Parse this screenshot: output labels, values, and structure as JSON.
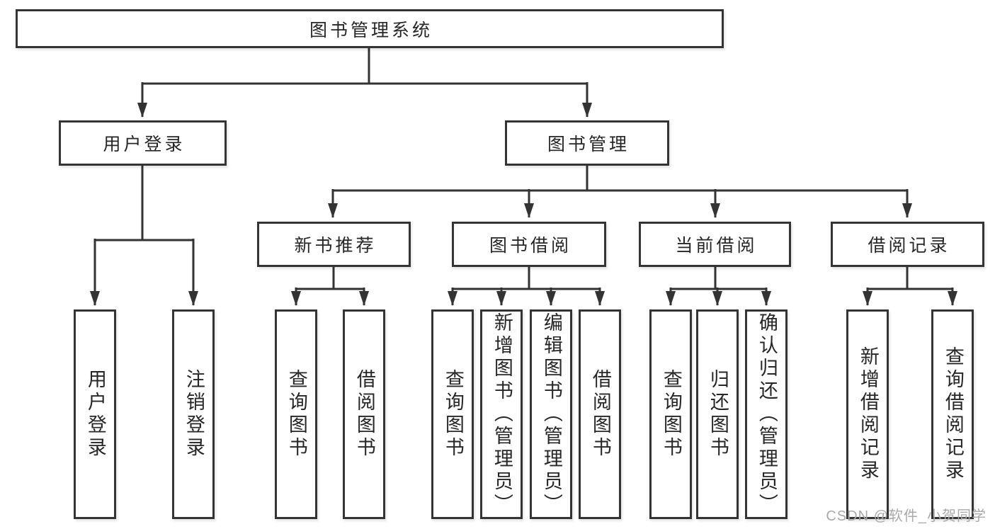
{
  "diagram": {
    "root": {
      "label": "图书管理系统"
    },
    "user_login": {
      "label": "用户登录",
      "children": [
        {
          "label": "用户登录"
        },
        {
          "label": "注销登录"
        }
      ]
    },
    "book_management": {
      "label": "图书管理",
      "sections": [
        {
          "label": "新书推荐",
          "children": [
            {
              "label": "查询图书"
            },
            {
              "label": "借阅图书"
            }
          ]
        },
        {
          "label": "图书借阅",
          "children": [
            {
              "label": "查询图书"
            },
            {
              "label": "新增图书（管理员）"
            },
            {
              "label": "编辑图书（管理员）"
            },
            {
              "label": "借阅图书"
            }
          ]
        },
        {
          "label": "当前借阅",
          "children": [
            {
              "label": "查询图书"
            },
            {
              "label": "归还图书"
            },
            {
              "label": "确认归还（管理员）"
            }
          ]
        },
        {
          "label": "借阅记录",
          "children": [
            {
              "label": "新增借阅记录"
            },
            {
              "label": "查询借阅记录"
            }
          ]
        }
      ]
    }
  },
  "watermark": {
    "text": "CSDN @软件_小贺同学"
  },
  "colors": {
    "line": "#333333",
    "box_border": "#343434",
    "box_fill": "#ffffff",
    "text": "#262626",
    "watermark": "#a9a9a9",
    "background": "#ffffff"
  }
}
